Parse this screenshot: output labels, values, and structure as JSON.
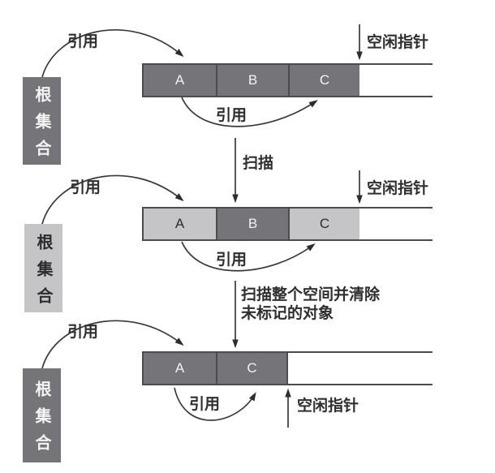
{
  "diagram": {
    "topic": "mark-sweep-garbage-collection",
    "root_set_label": "根集合",
    "reference_label": "引用",
    "scan_label": "扫描",
    "free_pointer_label": "空闲指针",
    "sweep_label_line1": "扫描整个空间并清除",
    "sweep_label_line2": "未标记的对象"
  },
  "stages": [
    {
      "name": "before-mark",
      "root_shade": "dark",
      "blocks": [
        {
          "label": "A",
          "shade": "dark"
        },
        {
          "label": "B",
          "shade": "dark"
        },
        {
          "label": "C",
          "shade": "dark"
        }
      ]
    },
    {
      "name": "after-mark",
      "root_shade": "light",
      "blocks": [
        {
          "label": "A",
          "shade": "light"
        },
        {
          "label": "B",
          "shade": "dark"
        },
        {
          "label": "C",
          "shade": "light"
        }
      ]
    },
    {
      "name": "after-sweep",
      "root_shade": "dark",
      "blocks": [
        {
          "label": "A",
          "shade": "dark"
        },
        {
          "label": "C",
          "shade": "dark"
        }
      ]
    }
  ],
  "palette": {
    "dark_gray": "#757579",
    "light_gray": "#c5c5c7",
    "edge": "#4c4c50",
    "arrow": "#39393b",
    "text_light": "#f4f4f4",
    "text_dark": "#2c2c2e"
  }
}
